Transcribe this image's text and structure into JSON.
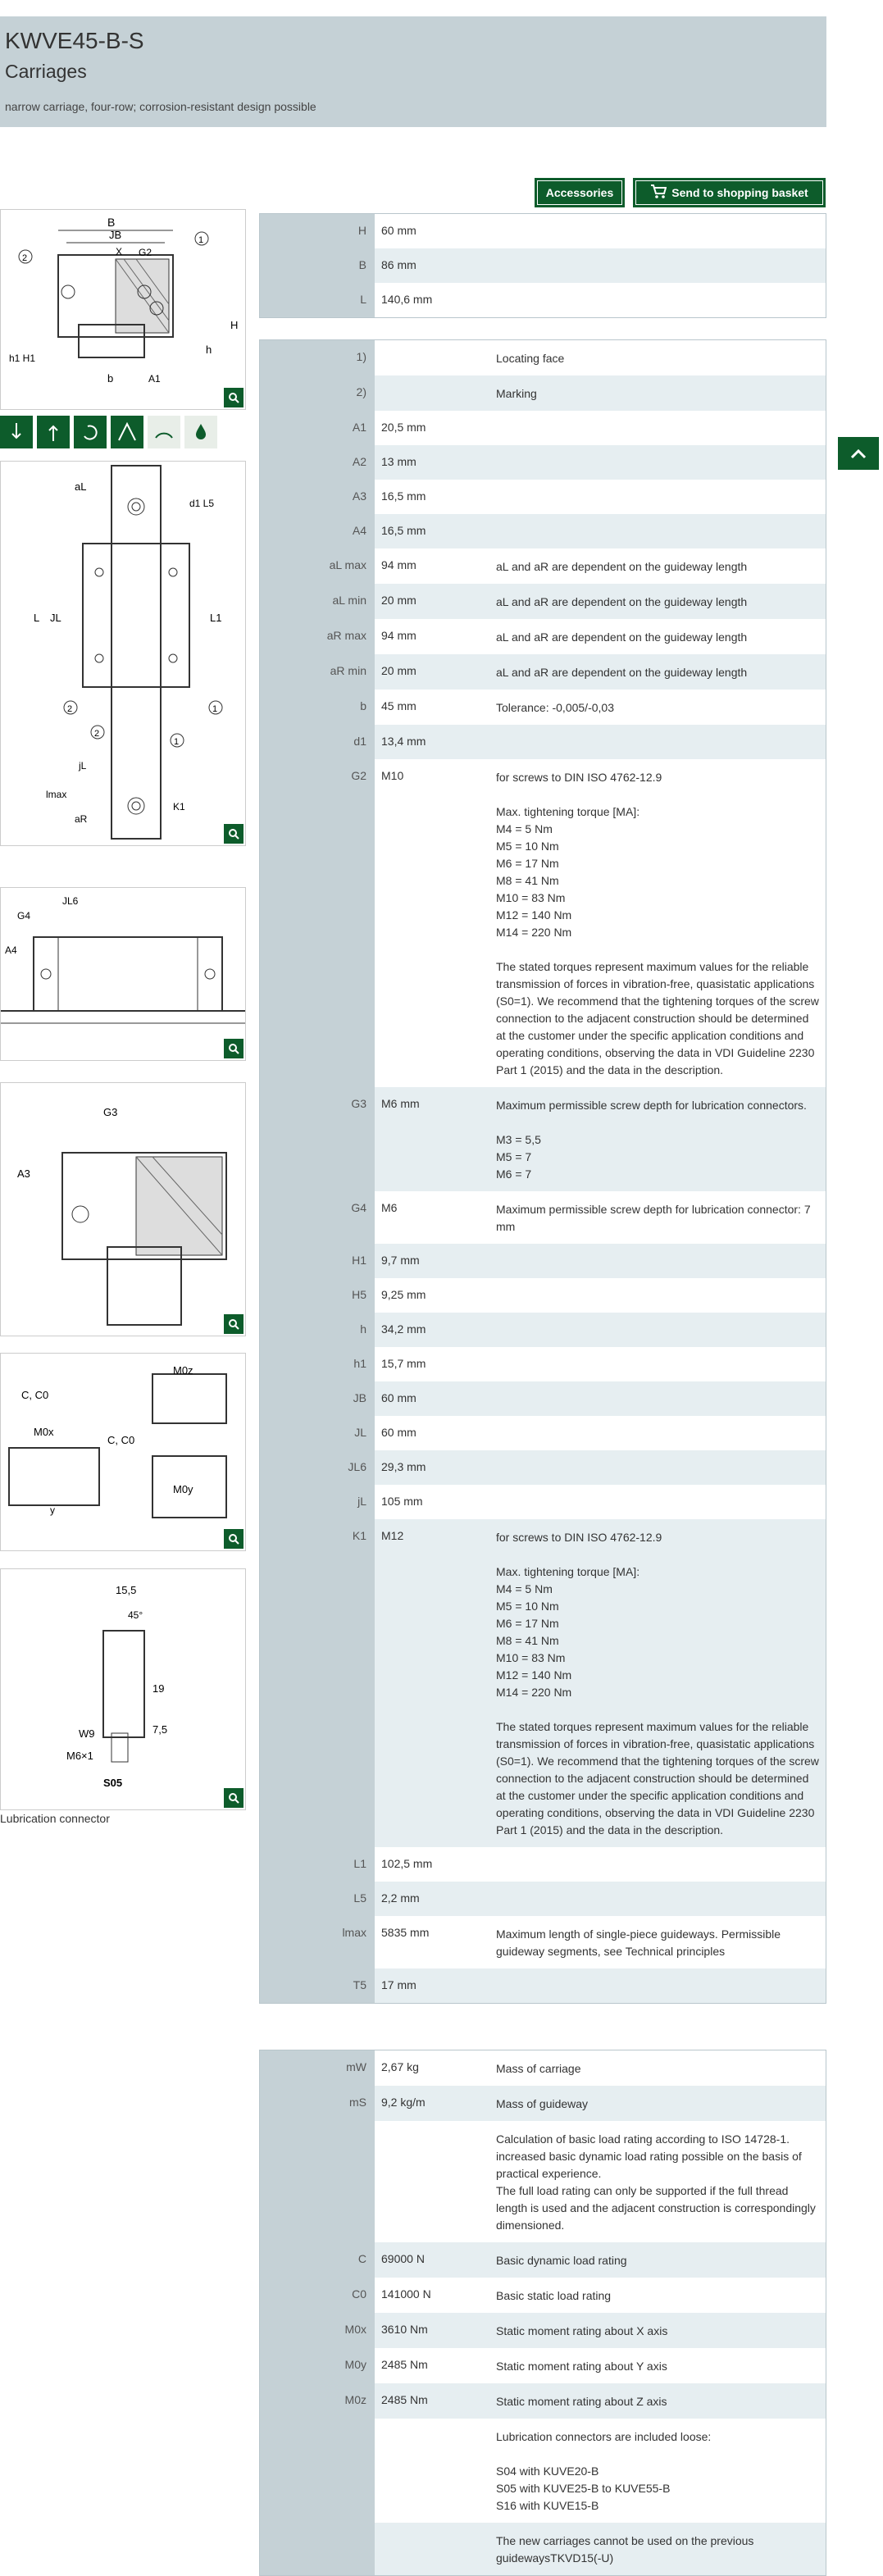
{
  "header": {
    "title": "KWVE45-B-S",
    "subtitle": "Carriages",
    "description": "narrow carriage, four-row; corrosion-resistant design possible"
  },
  "buttons": {
    "accessories": "Accessories",
    "send_basket": "Send to shopping basket"
  },
  "caption": "Lubrication connector",
  "table1": [
    {
      "label": "H",
      "value": "60  mm",
      "desc": ""
    },
    {
      "label": "B",
      "value": "86  mm",
      "desc": ""
    },
    {
      "label": "L",
      "value": "140,6  mm",
      "desc": ""
    }
  ],
  "table2": [
    {
      "label": "1)",
      "value": "",
      "desc": "Locating face"
    },
    {
      "label": "2)",
      "value": "",
      "desc": "Marking"
    },
    {
      "label": "A1",
      "value": "20,5  mm",
      "desc": ""
    },
    {
      "label": "A2",
      "value": "13  mm",
      "desc": ""
    },
    {
      "label": "A3",
      "value": "16,5  mm",
      "desc": ""
    },
    {
      "label": "A4",
      "value": "16,5  mm",
      "desc": ""
    },
    {
      "label": "aL max",
      "value": "94  mm",
      "desc": "aL and aR are dependent on the guideway length"
    },
    {
      "label": "aL min",
      "value": "20  mm",
      "desc": "aL and aR are dependent on the guideway length"
    },
    {
      "label": "aR max",
      "value": "94  mm",
      "desc": "aL and aR are dependent on the guideway length"
    },
    {
      "label": "aR min",
      "value": "20  mm",
      "desc": "aL and aR are dependent on the guideway length"
    },
    {
      "label": "b",
      "value": "45  mm",
      "desc": "Tolerance: -0,005/-0,03"
    },
    {
      "label": "d1",
      "value": "13,4  mm",
      "desc": ""
    },
    {
      "label": "G2",
      "value": "M10",
      "desc": "for screws to DIN ISO 4762-12.9\n\nMax. tightening torque [MA]:\nM4 = 5 Nm\nM5 = 10 Nm\nM6 = 17 Nm\nM8 = 41 Nm\nM10 = 83 Nm\nM12 = 140 Nm\nM14 = 220 Nm\n\nThe stated torques represent maximum values for the reliable transmission of forces in vibration-free, quasistatic applications (S0=1). We recommend that the tightening torques of the screw connection to the adjacent construction should be determined at the customer under the specific application conditions and operating conditions, observing the data in VDI Guideline 2230 Part 1 (2015) and the data in the description."
    },
    {
      "label": "G3",
      "value": "M6  mm",
      "desc": "Maximum permissible screw depth for lubrication connectors.\n\nM3 = 5,5\nM5 = 7\nM6 = 7"
    },
    {
      "label": "G4",
      "value": "M6",
      "desc": "Maximum permissible screw depth for lubrication connector: 7 mm"
    },
    {
      "label": "H1",
      "value": "9,7  mm",
      "desc": ""
    },
    {
      "label": "H5",
      "value": "9,25  mm",
      "desc": ""
    },
    {
      "label": "h",
      "value": "34,2  mm",
      "desc": ""
    },
    {
      "label": "h1",
      "value": "15,7  mm",
      "desc": ""
    },
    {
      "label": "JB",
      "value": "60  mm",
      "desc": ""
    },
    {
      "label": "JL",
      "value": "60  mm",
      "desc": ""
    },
    {
      "label": "JL6",
      "value": "29,3  mm",
      "desc": ""
    },
    {
      "label": "jL",
      "value": "105  mm",
      "desc": ""
    },
    {
      "label": "K1",
      "value": "M12",
      "desc": "for screws to DIN ISO 4762-12.9\n\nMax. tightening torque [MA]:\nM4 = 5 Nm\nM5 = 10 Nm\nM6 = 17 Nm\nM8 = 41 Nm\nM10 = 83 Nm\nM12 = 140 Nm\nM14 = 220 Nm\n\nThe stated torques represent maximum values for the reliable transmission of forces in vibration-free, quasistatic applications (S0=1). We recommend that the tightening torques of the screw connection to the adjacent construction should be determined at the customer under the specific application conditions and operating conditions, observing the data in VDI Guideline 2230 Part 1 (2015) and the data in the description."
    },
    {
      "label": "L1",
      "value": "102,5  mm",
      "desc": ""
    },
    {
      "label": "L5",
      "value": "2,2  mm",
      "desc": ""
    },
    {
      "label": "lmax",
      "value": "5835  mm",
      "desc": "Maximum length of single-piece guideways. Permissible guideway segments, see Technical principles"
    },
    {
      "label": "T5",
      "value": "17  mm",
      "desc": ""
    }
  ],
  "table3": [
    {
      "label": "mW",
      "value": "2,67  kg",
      "desc": "Mass of carriage"
    },
    {
      "label": "mS",
      "value": "9,2  kg/m",
      "desc": "Mass of guideway"
    },
    {
      "label": "",
      "value": "",
      "desc": "Calculation of basic load rating according to ISO 14728-1. increased basic dynamic load rating possible on the basis of practical experience.\nThe full load rating can only be supported if the full thread length is used and the adjacent construction is correspondingly dimensioned."
    },
    {
      "label": "C",
      "value": "69000  N",
      "desc": "Basic dynamic load rating"
    },
    {
      "label": "C0",
      "value": "141000  N",
      "desc": "Basic static load rating"
    },
    {
      "label": "M0x",
      "value": "3610  Nm",
      "desc": "Static moment rating about X axis"
    },
    {
      "label": "M0y",
      "value": "2485  Nm",
      "desc": "Static moment rating about Y axis"
    },
    {
      "label": "M0z",
      "value": "2485  Nm",
      "desc": "Static moment rating about Z axis"
    },
    {
      "label": "",
      "value": "",
      "desc": "Lubrication connectors are included loose:\n\nS04 with KUVE20-B\nS05 with KUVE25-B to KUVE55-B\nS16 with KUVE15-B"
    },
    {
      "label": "",
      "value": "",
      "desc": "The new carriages cannot be used on the previous guidewaysTKVD15(-U)"
    }
  ]
}
